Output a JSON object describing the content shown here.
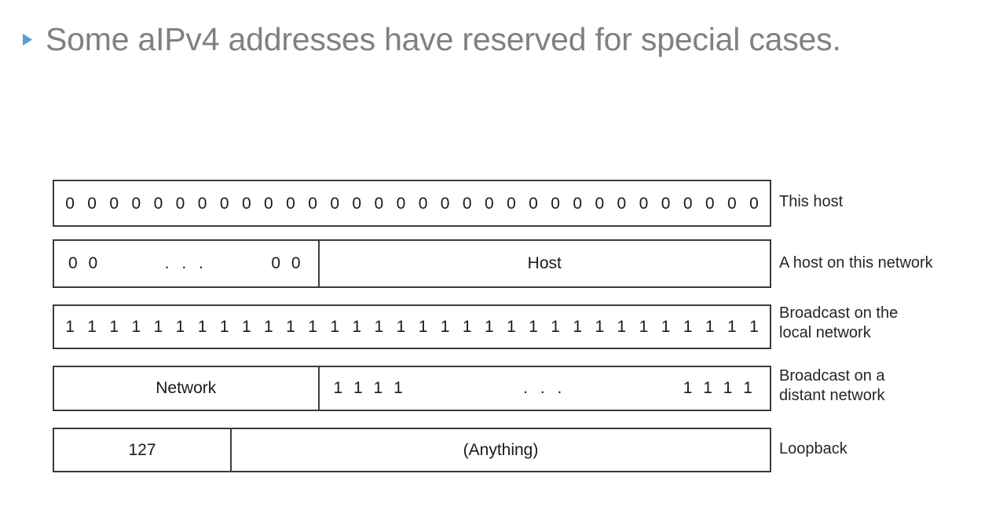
{
  "slide": {
    "title": "Some aIPv4 addresses have reserved for special cases.",
    "bullet_icon": "triangle-right-icon",
    "bullet_color": "#5B9BD5",
    "title_color": "#808080",
    "background_color": "#FFFFFF",
    "border_color": "#3B3B3B"
  },
  "diagram": {
    "name": "ipv4-special-addresses-diagram",
    "bit_width": 32,
    "rows": [
      {
        "id": "this-host",
        "caption": "This host",
        "cells": [
          {
            "id": "all-zeros",
            "kind": "bits",
            "bit": "0",
            "count": 32,
            "flex": 32
          }
        ]
      },
      {
        "id": "host-on-this-network",
        "caption": "A host on this network",
        "cells": [
          {
            "id": "zero-prefix",
            "kind": "pattern",
            "left": "0 0",
            "dots": ". . .",
            "right": "0 0",
            "flex": 337
          },
          {
            "id": "host-field",
            "kind": "text",
            "text": "Host",
            "flex": 576
          }
        ]
      },
      {
        "id": "broadcast-local",
        "caption": "Broadcast on the\nlocal network",
        "cells": [
          {
            "id": "all-ones",
            "kind": "bits",
            "bit": "1",
            "count": 32,
            "flex": 32
          }
        ]
      },
      {
        "id": "broadcast-distant",
        "caption": "Broadcast on a\ndistant network",
        "cells": [
          {
            "id": "network-field",
            "kind": "text",
            "text": "Network",
            "flex": 337
          },
          {
            "id": "ones-suffix",
            "kind": "pattern",
            "left": "1 1 1 1",
            "dots": ". . .",
            "right": "1 1 1 1",
            "flex": 576
          }
        ]
      },
      {
        "id": "loopback",
        "caption": "Loopback",
        "cells": [
          {
            "id": "one-twenty-seven",
            "kind": "text",
            "text": "127",
            "flex": 225
          },
          {
            "id": "anything-field",
            "kind": "text",
            "text": "(Anything)",
            "flex": 688
          }
        ]
      }
    ]
  }
}
